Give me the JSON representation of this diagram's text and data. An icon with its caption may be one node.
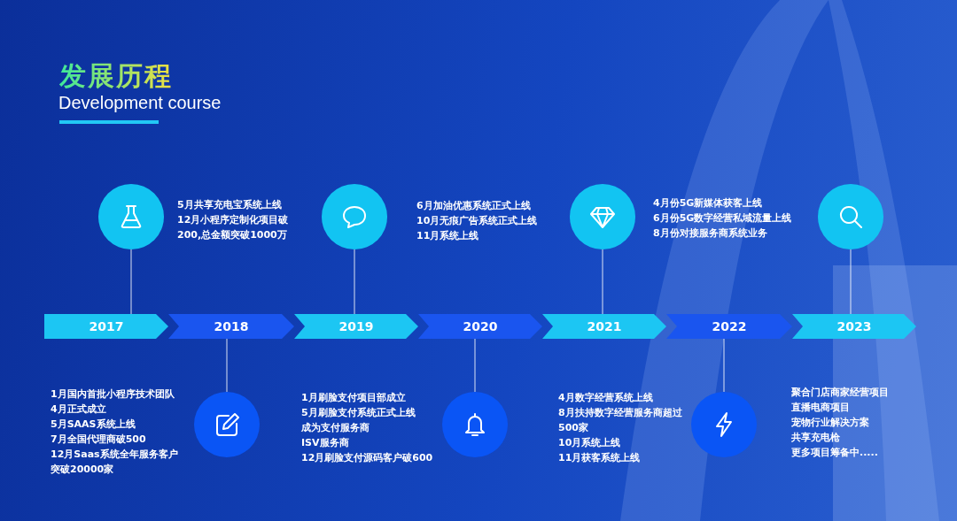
{
  "diagram": {
    "title": "发展历程",
    "nodes": [
      {
        "text": [
          "2017"
        ],
        "beside": [
          "1月国内首批小程序技术团队",
          "4月正式成立",
          "5月SAAS系统上线",
          "7月全国代理商破500",
          "12月Saas系统全年服务客户突破20000家"
        ]
      },
      {
        "text": [
          "2018"
        ],
        "beside": [
          "5月共享充电宝系统上线",
          "12月小程序定制化项目破200,总金额突破1000万"
        ]
      },
      {
        "text": [
          "2019"
        ],
        "beside": [
          "1月刷脸支付项目部成立",
          "5月刷脸支付系统正式上线",
          "成为支付服务商",
          "ISV服务商",
          "12月刷脸支付源码客户破600"
        ]
      },
      {
        "text": [
          "2020"
        ],
        "beside": [
          "6月加油优惠系统正式上线",
          "10月无痕广告系统正式上线",
          "11月系统上线"
        ]
      },
      {
        "text": [
          "2021"
        ],
        "beside": [
          "4月数字经营系统上线",
          "8月扶持数字经营服务商超过500家",
          "10月系统上线",
          "11月获客系统上线"
        ]
      },
      {
        "text": [
          "2022"
        ],
        "beside": [
          "4月份5G新媒体获客上线",
          "6月份5G数字经营私域流量上线",
          "8月份对接服务商系统业务"
        ]
      },
      {
        "text": [
          "2023"
        ],
        "beside": [
          "聚合门店商家经营项目",
          "直播电商项目",
          "宠物行业解决方案",
          "共享充电枪",
          "更多项目筹备中....."
        ]
      },
      {
        "text": [],
        "shape": "circle"
      },
      {
        "text": [],
        "shape": "circle"
      },
      {
        "text": [],
        "shape": "circle"
      },
      {
        "text": [],
        "shape": "circle"
      },
      {
        "text": [],
        "shape": "circle"
      },
      {
        "text": [],
        "shape": "circle"
      },
      {
        "text": [],
        "shape": "circle"
      }
    ],
    "edges": [
      {
        "from": 7,
        "to": 0,
        "arrow": "none"
      },
      {
        "from": 8,
        "to": 1,
        "arrow": "none"
      },
      {
        "from": 9,
        "to": 2,
        "arrow": "none"
      },
      {
        "from": 10,
        "to": 3,
        "arrow": "none"
      },
      {
        "from": 11,
        "to": 4,
        "arrow": "none"
      },
      {
        "from": 12,
        "to": 5,
        "arrow": "none"
      },
      {
        "from": 13,
        "to": 6,
        "arrow": "none"
      }
    ],
    "labels": [
      "Development course"
    ]
  }
}
